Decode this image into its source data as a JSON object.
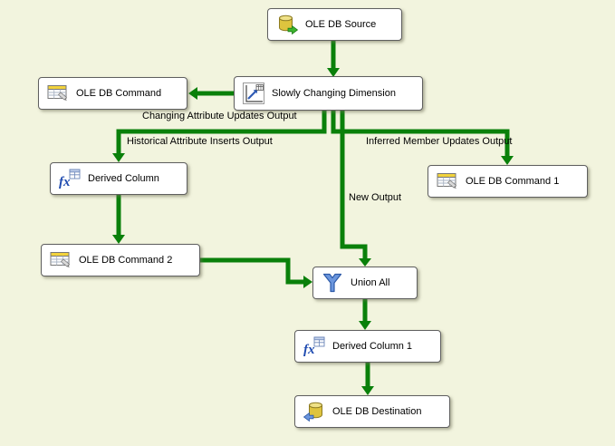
{
  "diagram": {
    "nodes": [
      {
        "id": "ole-db-source",
        "label": "OLE DB Source",
        "icon": "database-cylinder-green-arrow-icon"
      },
      {
        "id": "ole-db-command",
        "label": "OLE DB Command",
        "icon": "table-command-icon"
      },
      {
        "id": "slowly-changing-dimension",
        "label": "Slowly Changing Dimension",
        "icon": "chart-arrows-icon"
      },
      {
        "id": "derived-column",
        "label": "Derived Column",
        "icon": "fx-formula-icon"
      },
      {
        "id": "ole-db-command-1",
        "label": "OLE DB Command 1",
        "icon": "table-command-icon"
      },
      {
        "id": "ole-db-command-2",
        "label": "OLE DB Command 2",
        "icon": "table-command-icon"
      },
      {
        "id": "union-all",
        "label": "Union All",
        "icon": "merge-funnel-icon"
      },
      {
        "id": "derived-column-1",
        "label": "Derived Column 1",
        "icon": "fx-formula-icon"
      },
      {
        "id": "ole-db-destination",
        "label": "OLE DB Destination",
        "icon": "database-cylinder-blue-arrow-icon"
      }
    ],
    "edges": [
      {
        "from": "ole-db-source",
        "to": "slowly-changing-dimension",
        "label": ""
      },
      {
        "from": "slowly-changing-dimension",
        "to": "ole-db-command",
        "label": "Changing Attribute Updates Output"
      },
      {
        "from": "slowly-changing-dimension",
        "to": "derived-column",
        "label": "Historical Attribute Inserts Output"
      },
      {
        "from": "slowly-changing-dimension",
        "to": "ole-db-command-1",
        "label": "Inferred Member Updates Output"
      },
      {
        "from": "slowly-changing-dimension",
        "to": "union-all",
        "label": "New Output"
      },
      {
        "from": "derived-column",
        "to": "ole-db-command-2",
        "label": ""
      },
      {
        "from": "ole-db-command-2",
        "to": "union-all",
        "label": ""
      },
      {
        "from": "union-all",
        "to": "derived-column-1",
        "label": ""
      },
      {
        "from": "derived-column-1",
        "to": "ole-db-destination",
        "label": ""
      }
    ],
    "colors": {
      "background": "#f2f4de",
      "connector_green": "#0a800a",
      "node_fill": "#ffffff",
      "node_border": "#5f5f5f",
      "database_yellow": "#dec43e",
      "union_blue": "#6b96dd"
    }
  }
}
